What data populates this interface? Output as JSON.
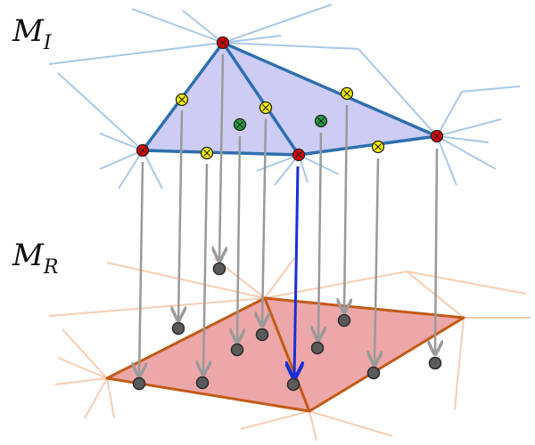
{
  "labels": {
    "top_mesh": {
      "main": "M",
      "sub": "I"
    },
    "bottom_mesh": {
      "main": "M",
      "sub": "R"
    }
  },
  "colors": {
    "top_fill": "#ccccf5",
    "top_edge": "#2e6fae",
    "top_context": "#a9c8e6",
    "bottom_fill": "#eda7a8",
    "bottom_edge": "#c25a16",
    "bottom_context": "#f6cdb4",
    "arrow": "#9a9a9a",
    "highlight_arrow": "#1a2fd6",
    "vertex_marker": "#e00000",
    "edge_marker": "#f4f000",
    "face_marker": "#1f9e3a",
    "projected_point": "#5a5a5a"
  },
  "marker_types": [
    "vertex",
    "edge",
    "face"
  ]
}
